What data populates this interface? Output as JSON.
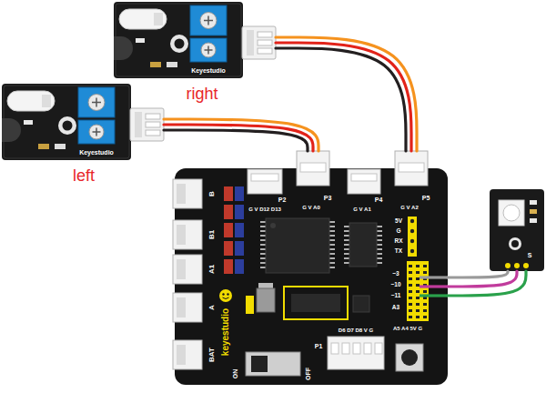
{
  "diagram": {
    "nodes": [
      {
        "text": [
          "Keyestudio",
          "right"
        ]
      },
      {
        "text": [
          "Keyestudio",
          "left"
        ]
      },
      {
        "text": [
          "B",
          "B1",
          "A1",
          "A",
          "BAT",
          "keyestudio",
          "ON",
          "OFF",
          "5V",
          "G",
          "RX",
          "TX",
          "~3",
          "~10",
          "~11",
          "A3",
          "A5 A4 5V G"
        ]
      },
      {
        "text": [
          "P2",
          "G V D12 D13"
        ],
        "in": 2
      },
      {
        "text": [
          "P3",
          "G V A0"
        ],
        "in": 2
      },
      {
        "text": [
          "P4",
          "G V A1"
        ],
        "in": 2
      },
      {
        "text": [
          "P5",
          "G V A2"
        ],
        "in": 2
      },
      {
        "text": [
          "P1",
          "D6 D7 D8 V G"
        ],
        "in": 2
      },
      {
        "text": [
          "S"
        ]
      }
    ],
    "edges": [
      {
        "from": 1,
        "to": 4,
        "arrow": "none"
      },
      {
        "from": 0,
        "to": 6,
        "arrow": "none"
      },
      {
        "from": 8,
        "to": 2,
        "arrow": "none"
      }
    ]
  }
}
